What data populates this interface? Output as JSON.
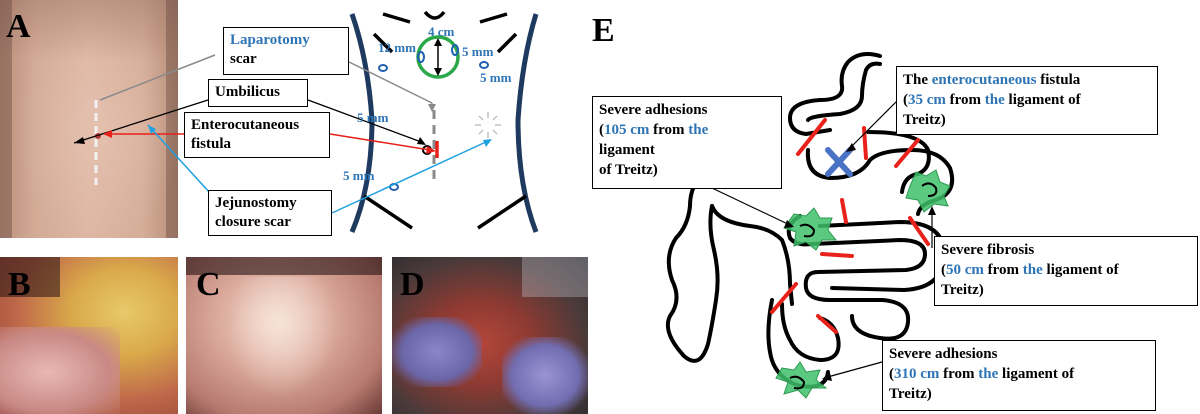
{
  "panels": {
    "a": "A",
    "b": "B",
    "c": "C",
    "d": "D",
    "e": "E"
  },
  "panel_a": {
    "laparotomy_word": "Laparotomy",
    "laparotomy_rest": "scar",
    "umbilicus": "Umbilicus",
    "enterocutaneous_line1": "Enterocutaneous",
    "enterocutaneous_line2": "fistula",
    "jejunostomy_line1": "Jejunostomy",
    "jejunostomy_line2": "closure scar",
    "port_4cm": "4 cm",
    "port_12mm": "12 mm",
    "port_5mm_a": "5 mm",
    "port_5mm_b": "5 mm",
    "port_5mm_c": "5 mm",
    "port_5mm_d": "5 mm"
  },
  "panel_e": {
    "fistula": {
      "p1": "The ",
      "p2": "enterocutaneous",
      "p3": " fistula",
      "p4": "(",
      "p5": "35 cm",
      "p6": " from ",
      "p7": "the",
      "p8": " ligament of",
      "p9": "Treitz)"
    },
    "adhesions105": {
      "l1": "Severe adhesions",
      "p1": "(",
      "p2": "105 cm",
      "p3": " from ",
      "p4": "the",
      "l3": "ligament",
      "l4": " of Treitz)"
    },
    "fibrosis": {
      "l1": "Severe fibrosis",
      "p1": "(",
      "p2": "50 cm",
      "p3": " from ",
      "p4": "the",
      "p5": " ligament of",
      "l3": "Treitz)"
    },
    "adhesions310": {
      "l1": "Severe adhesions",
      "p1": "(",
      "p2": "310 cm",
      "p3": " from ",
      "p4": "the",
      "p5": " ligament of",
      "l3": "Treitz)"
    }
  },
  "colors": {
    "blue_text": "#2e75b6",
    "red_marker": "#e8221a",
    "green_port": "#2aa84a",
    "green_adhesion": "#3fbf6a",
    "fistula_x": "#4a72c4",
    "torso_line": "#1f3a5f"
  }
}
